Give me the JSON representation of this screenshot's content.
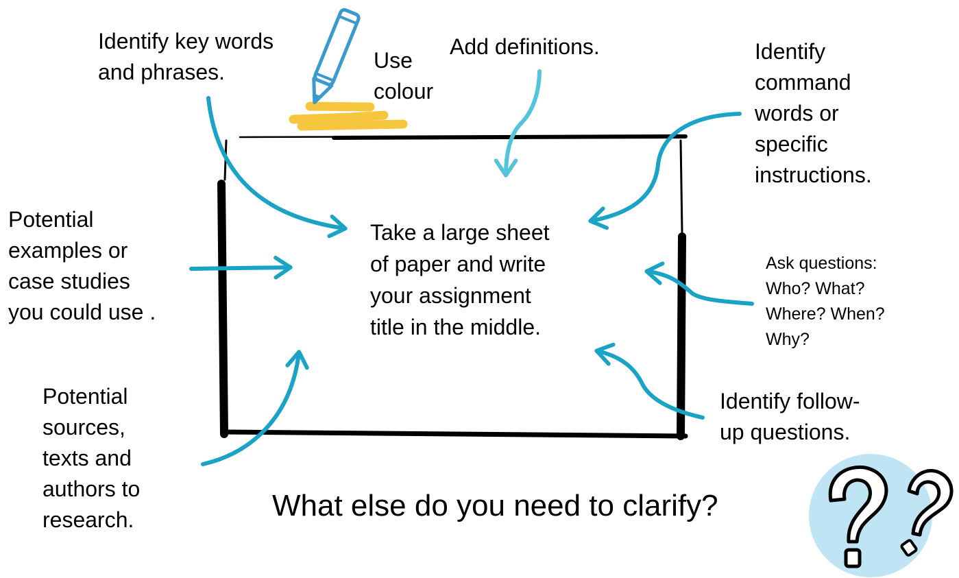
{
  "labels": {
    "key_words": "Identify key words\nand phrases.",
    "use_colour": "Use\ncolour",
    "add_definitions": "Add definitions.",
    "command_words": "Identify\ncommand\nwords or\nspecific\ninstructions.",
    "examples": "Potential\nexamples or\ncase studies\nyou could use .",
    "center_instruction": "Take a large sheet\nof paper and write\nyour assignment\ntitle in the middle.",
    "ask_questions": "Ask questions:\nWho? What?\nWhere? When?\nWhy?",
    "follow_up": "Identify follow-\nup questions.",
    "sources": "Potential\nsources,\ntexts and\nauthors to\nresearch.",
    "clarify_question": "What else do you need to clarify?"
  },
  "colors": {
    "arrow": "#1aa3c4",
    "arrow_light": "#54c3dc",
    "pencil": "#3a9ad0",
    "highlight": "#f7c63f",
    "frame": "#000000",
    "question_circle": "#bfe4f3"
  },
  "icons": {
    "pencil": "pencil-icon",
    "question_marks": "question-marks-icon"
  }
}
